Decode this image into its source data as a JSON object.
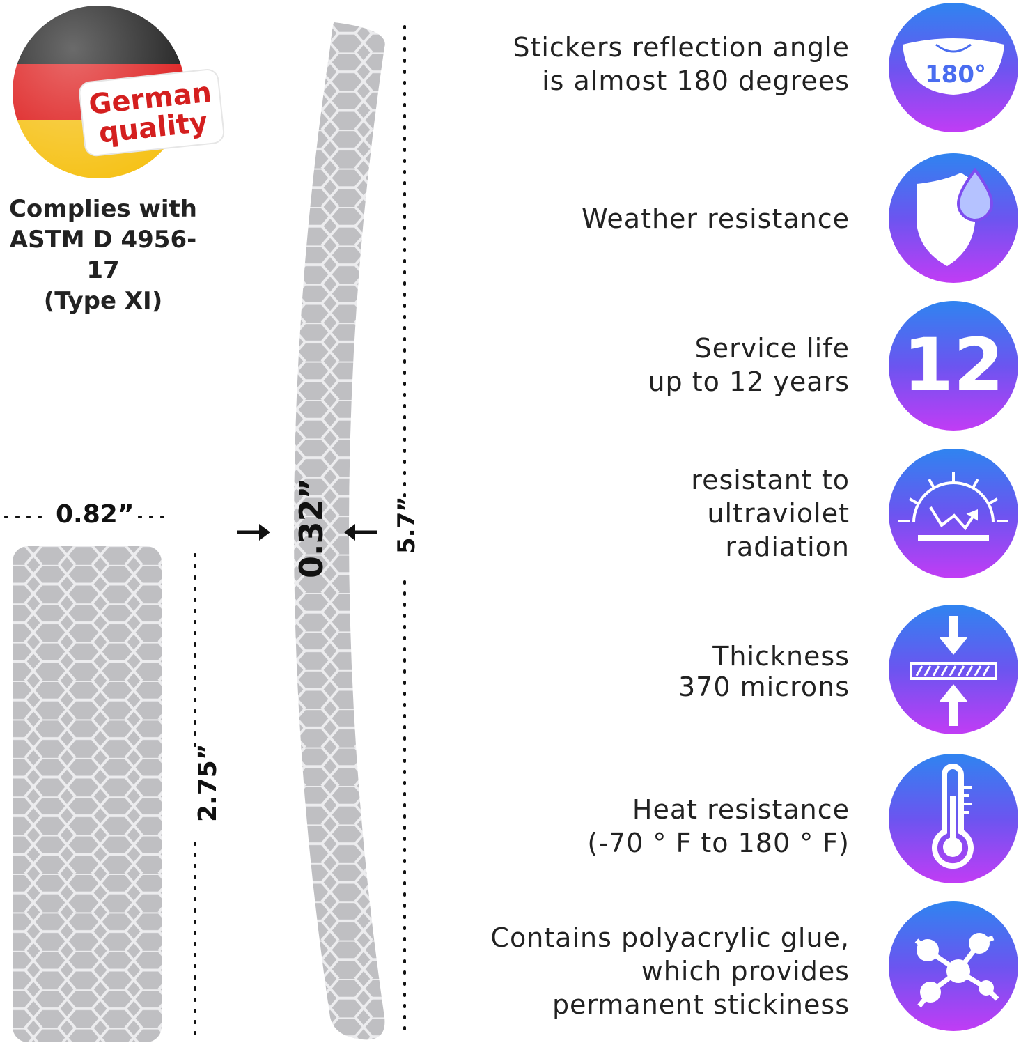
{
  "badge": {
    "line1": "German",
    "line2": "quality",
    "flag_colors": [
      "#1b1b1b",
      "#dd1c1c",
      "#f6c218"
    ]
  },
  "compliance": {
    "line1": "Complies with",
    "line2": "ASTM D 4956-17",
    "line3": "(Type XI)"
  },
  "dimensions": {
    "rect_width": "0.82”",
    "rect_height": "2.75”",
    "strip_thickness": "0.32”",
    "strip_length": "5.7”"
  },
  "features": [
    {
      "text": "Stickers reflection angle\nis almost 180 degrees",
      "icon": "angle-180-icon",
      "icon_text": "180°"
    },
    {
      "text": "Weather resistance",
      "icon": "shield-drop-icon"
    },
    {
      "text": "Service life\nup to 12 years",
      "icon": "number-12-icon",
      "icon_text": "12"
    },
    {
      "text": "resistant to\nultraviolet\nradiation",
      "icon": "uv-sun-icon"
    },
    {
      "text": "Thickness\n370 microns",
      "icon": "thickness-arrows-icon"
    },
    {
      "text": "Heat resistance\n(-70 ° F to 180 ° F)",
      "icon": "thermometer-icon"
    },
    {
      "text": "Contains polyacrylic glue,\nwhich provides\npermanent stickiness",
      "icon": "molecule-icon"
    }
  ],
  "colors": {
    "icon_gradient_top": "#2f84f0",
    "icon_gradient_bottom": "#c13cf5",
    "reflective_gray": "#bfbfc2",
    "badge_text_red": "#d41f1f"
  }
}
